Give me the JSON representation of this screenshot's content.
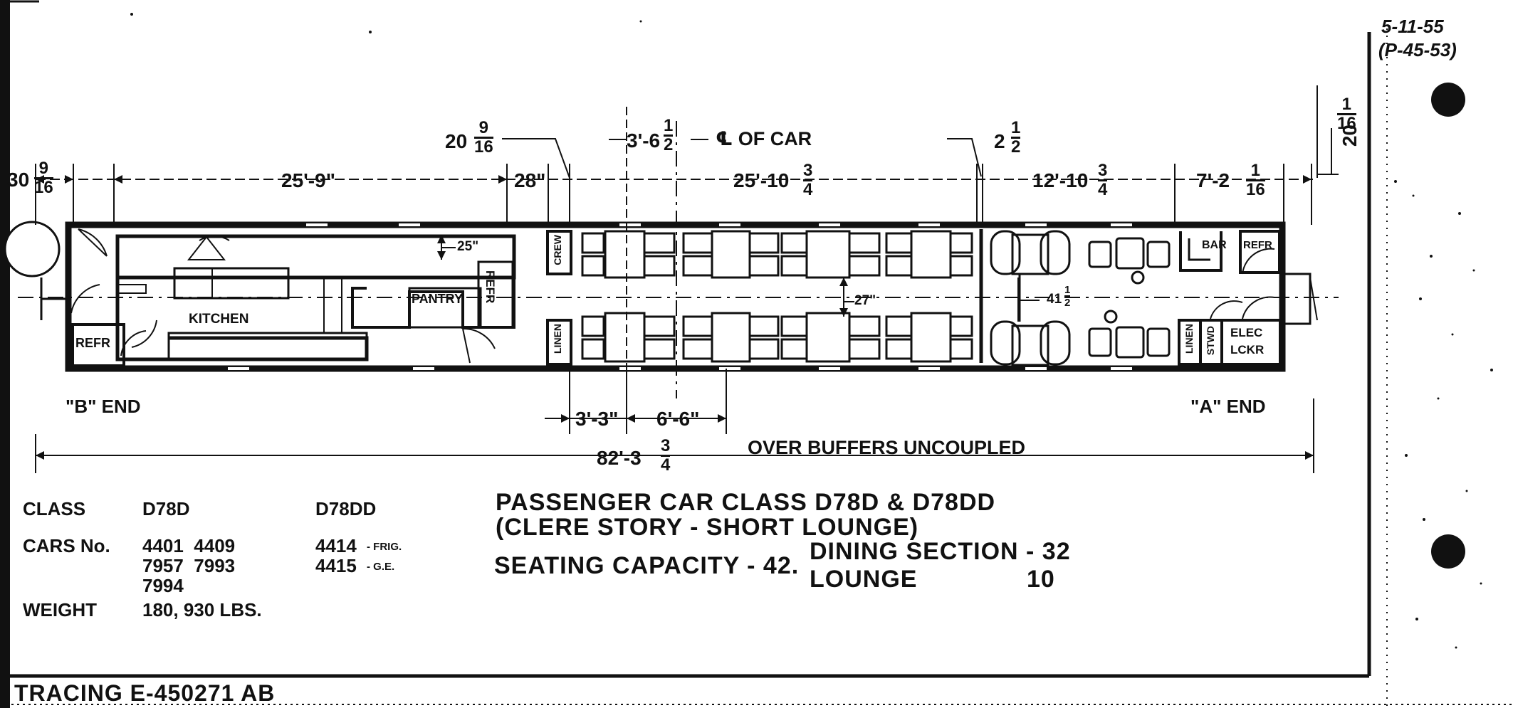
{
  "stamp": {
    "line1": "5-11-55",
    "line2": "(P-45-53)"
  },
  "diagram": {
    "rooms": {
      "kitchen": "KITCHEN",
      "pantry": "PANTRY",
      "refr_b": "REFR",
      "refr_pantry": "REFR",
      "crew": "CREW",
      "linen_left": "LINEN",
      "linen_right": "LINEN",
      "stwd": "STWD",
      "elec_lckr_1": "ELEC",
      "elec_lckr_2": "LCKR",
      "bar": "BAR",
      "refr_bar": "REFR"
    },
    "end_b": "\"B\" END",
    "end_a": "\"A\" END",
    "centerline": "℄ OF CAR",
    "dims": {
      "left_end": "30",
      "left_end_num": "9",
      "left_end_den": "16",
      "kitchen_len": "25'-9\"",
      "d28": "28\"",
      "d20_whole": "20",
      "d20_num": "9",
      "d20_den": "16",
      "d36_whole": "3'-6",
      "d36_num": "1",
      "d36_den": "2",
      "dining_whole": "25'-10",
      "dining_num": "3",
      "dining_den": "4",
      "d2_whole": "2",
      "d2_num": "1",
      "d2_den": "2",
      "lounge_whole": "12'-10",
      "lounge_num": "3",
      "lounge_den": "4",
      "d72_whole": "7'-2",
      "d72_num": "1",
      "d72_den": "16",
      "right_whole": "20",
      "right_num": "1",
      "right_den": "16",
      "d25": "25\"",
      "d27": "27\"",
      "d41_whole": "41",
      "d41_num": "1",
      "d41_den": "2",
      "d33": "3'-3\"",
      "d66": "6'-6\"",
      "overall_whole": "82'-3",
      "overall_num": "3",
      "overall_den": "4",
      "overall_text": "OVER BUFFERS UNCOUPLED"
    }
  },
  "specs": {
    "class_label": "CLASS",
    "class_1": "D78D",
    "class_2": "D78DD",
    "cars_label": "CARS No.",
    "cars_1a": "4401  4409",
    "cars_1b": "7957  7993",
    "cars_1c": "7994",
    "cars_2a": "4414",
    "cars_2a_note": "- FRIG.",
    "cars_2b": "4415",
    "cars_2b_note": "- G.E.",
    "weight_label": "WEIGHT",
    "weight_value": "180, 930 LBS."
  },
  "title": {
    "line1": "PASSENGER CAR CLASS D78D & D78DD",
    "line2": "(CLERE STORY - SHORT LOUNGE)",
    "seating": "SEATING CAPACITY - 42.",
    "dining_label": "DINING SECTION - 32",
    "lounge_label": "LOUNGE",
    "lounge_value": "10"
  },
  "tracing": "TRACING E-450271 AB"
}
